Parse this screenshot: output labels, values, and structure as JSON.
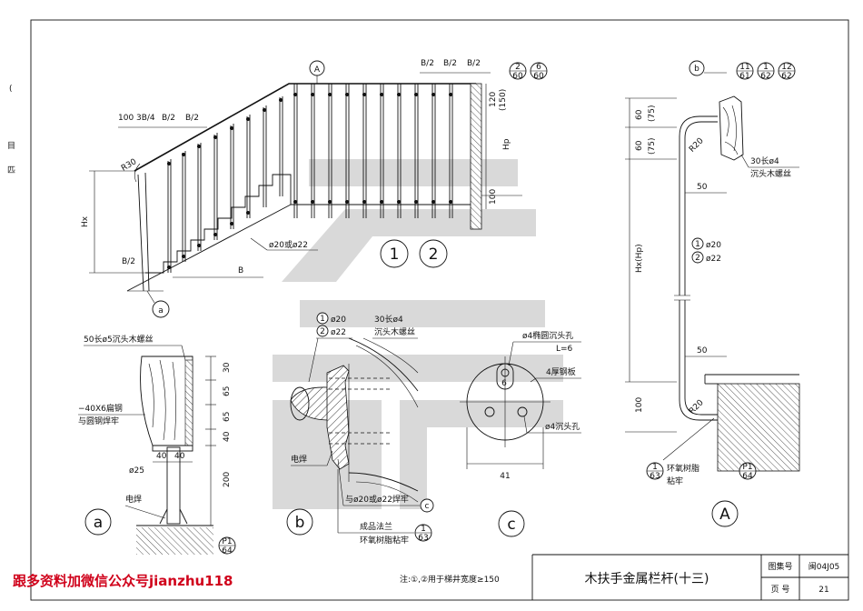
{
  "colors": {
    "line": "#111111",
    "watermark_text": "#d0021b",
    "stamp": "#d9d9d9"
  },
  "elevation": {
    "section_marker": "A",
    "callout_a": "a",
    "dims_left": [
      "100",
      "3B/4",
      "B/2",
      "B/2"
    ],
    "dims_top": [
      "B/2",
      "B/2",
      "B/2"
    ],
    "ref_top": [
      "2",
      "60",
      "6",
      "60"
    ],
    "r30": "R30",
    "hx": "Hx",
    "hp": "Hp",
    "b": "B",
    "b_half": "B/2",
    "d120": "120",
    "d150": "(150)",
    "d100": "100",
    "bar_note": "ø20或ø22",
    "variant_1": "1",
    "variant_2": "2"
  },
  "detail_a": {
    "screw_note": "50长ø5沉头木螺丝",
    "plate_note_1": "−40X6扁钢",
    "plate_note_2": "与圆钢焊牢",
    "dims_right": [
      "30",
      "65",
      "65",
      "40",
      "200"
    ],
    "w40a": "40",
    "w40b": "40",
    "dia": "ø25",
    "weld": "电焊",
    "ref": [
      "P1",
      "64"
    ],
    "label": "a"
  },
  "detail_b": {
    "opt1": "ø20",
    "opt2": "ø22",
    "screw_1": "30长ø4",
    "screw_2": "沉头木螺丝",
    "weld": "电焊",
    "weld_note": "与ø20或ø22焊牢",
    "flange_1": "成品法兰",
    "flange_2": "环氧树脂粘牢",
    "ref_c": "c",
    "ref_63": [
      "1",
      "63"
    ],
    "label": "b"
  },
  "detail_c": {
    "hole_1": "ø4椭圆沉头孔",
    "hole_2": "L=6",
    "plate": "4厚钢板",
    "hole_3": "ø4沉头孔",
    "dim6": "6",
    "dim41": "41",
    "label": "c"
  },
  "section_A": {
    "ref_b": "b",
    "refs": [
      "11",
      "61",
      "1",
      "62",
      "12",
      "62"
    ],
    "d60": "60",
    "d60b": "60",
    "d75": "(75)",
    "d75b": "(75)",
    "r20": "R20",
    "r20b": "R20",
    "screw_1": "30长ø4",
    "screw_2": "沉头木螺丝",
    "d50": "50",
    "d50b": "50",
    "hxhp": "Hx(Hp)",
    "opt1": "ø20",
    "opt2": "ø22",
    "d100": "100",
    "epoxy_1": "环氧树脂",
    "epoxy_2": "粘牢",
    "ref_63": [
      "1",
      "63"
    ],
    "ref_p1": [
      "P1",
      "64"
    ],
    "label": "A"
  },
  "title_block": {
    "note": "注:①,②用于梯井宽度≥150",
    "title": "木扶手金属栏杆(十三)",
    "atlas_label": "图集号",
    "atlas_no": "闽04J05",
    "page_label": "页 号",
    "page_no": "21"
  },
  "footer_watermark": "跟多资料加微信公众号jianzhu118",
  "margin_marks": [
    "(",
    "目",
    "匹"
  ]
}
